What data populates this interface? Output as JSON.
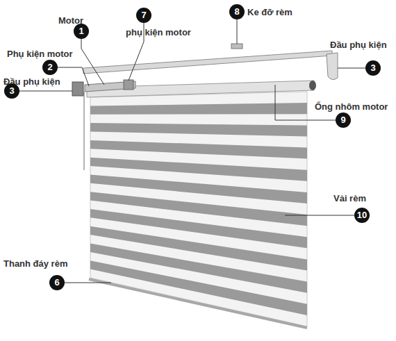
{
  "diagram": {
    "labels": [
      "8",
      "Ke đỡ rèm",
      "7",
      "Motor",
      "1",
      "phụ kiện motor",
      "Đầu phụ kiện",
      "Phụ kiện motor",
      "2",
      "3",
      "Đầu phụ kiện",
      "3",
      "Ống nhôm motor",
      "9",
      "Vải rèm",
      "10",
      "Thanh đáy rèm",
      "6"
    ]
  }
}
